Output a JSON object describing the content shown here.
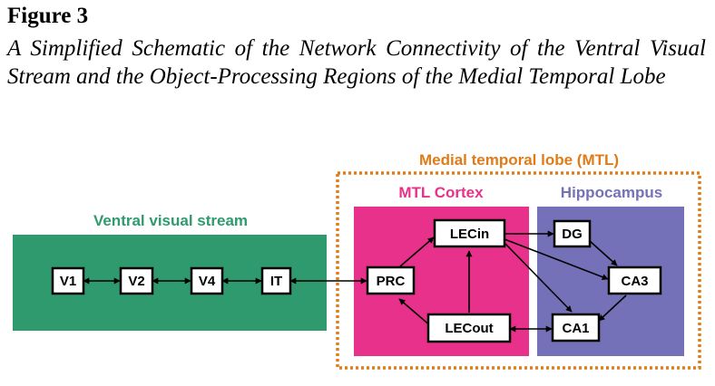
{
  "figure": {
    "label": "Figure 3",
    "caption": "A Simplified Schematic of the Network Connectivity of the Ventral Visual Stream and the Object-Processing Regions of the Medial Temporal Lobe"
  },
  "regions": {
    "ventral": "Ventral visual stream",
    "mtl": "Medial temporal lobe (MTL)",
    "mtl_cortex": "MTL Cortex",
    "hippocampus": "Hippocampus"
  },
  "nodes": {
    "v1": "V1",
    "v2": "V2",
    "v4": "V4",
    "it": "IT",
    "prc": "PRC",
    "lecin": "LECin",
    "lecout": "LECout",
    "dg": "DG",
    "ca3": "CA3",
    "ca1": "CA1"
  },
  "colors": {
    "ventral": "#2e9a6e",
    "ventral_label": "#2e9a6e",
    "mtl_border": "#e07b17",
    "mtl_cortex": "#e8318a",
    "hippocampus": "#7571b8",
    "hippocampus_label": "#7571b8"
  }
}
